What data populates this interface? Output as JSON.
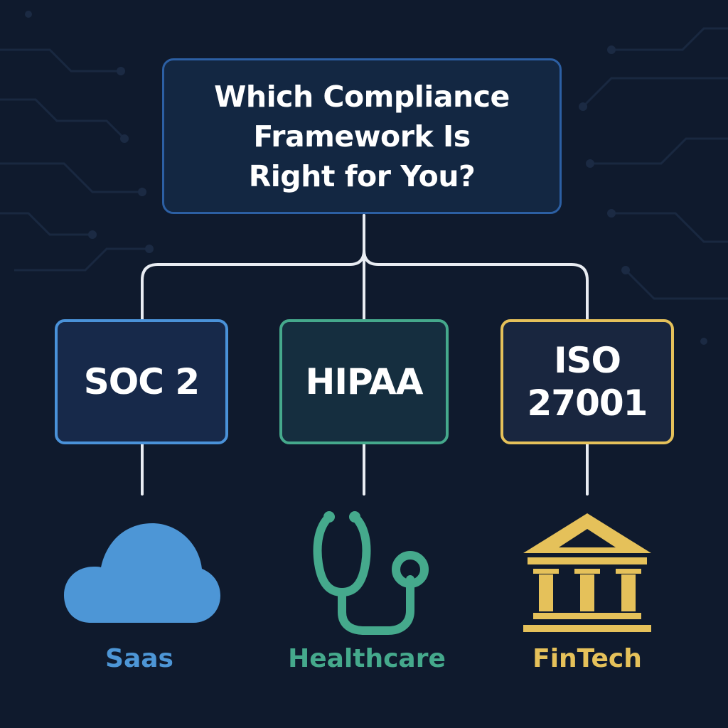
{
  "title": "Which Compliance Framework Is Right for You?",
  "frameworks": [
    {
      "label": "SOC 2",
      "industry": "Saas",
      "icon": "cloud-icon",
      "color": "#4a92d9"
    },
    {
      "label": "HIPAA",
      "industry": "Healthcare",
      "icon": "stethoscope-icon",
      "color": "#45a98c"
    },
    {
      "label": "ISO 27001",
      "industry": "FinTech",
      "icon": "bank-icon",
      "color": "#e5c15a"
    }
  ],
  "colors": {
    "background": "#0f1a2d",
    "title_border": "#2c5fa3",
    "connector": "#e8ecf2"
  }
}
